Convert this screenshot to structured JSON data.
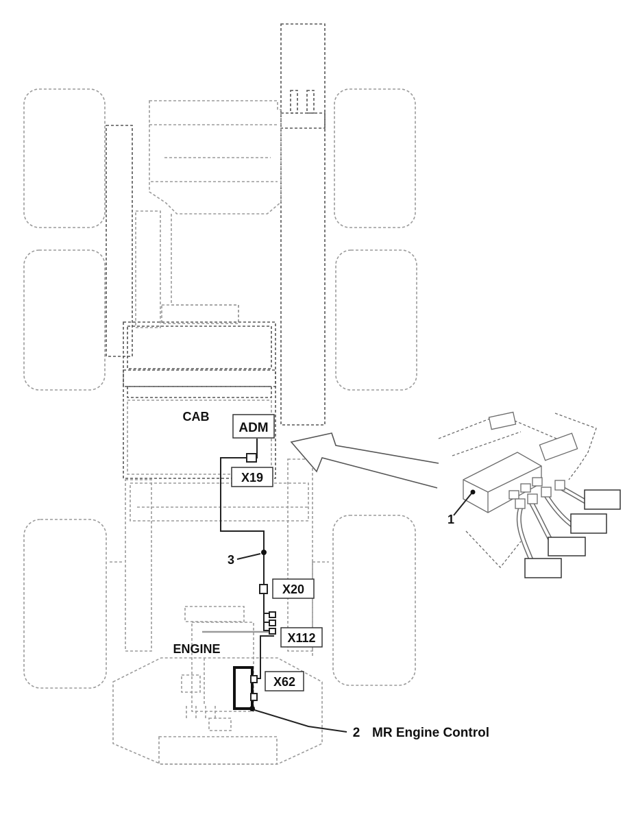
{
  "labels": {
    "cab": "CAB",
    "engine": "ENGINE",
    "adm": "ADM",
    "x19": "X19",
    "x20": "X20",
    "x112": "X112",
    "x62": "X62",
    "callout_1": "1",
    "callout_2": "2",
    "callout_3": "3",
    "component_2": "MR Engine Control"
  },
  "colors": {
    "outline": "#9a9a9a",
    "wire": "#222222"
  }
}
